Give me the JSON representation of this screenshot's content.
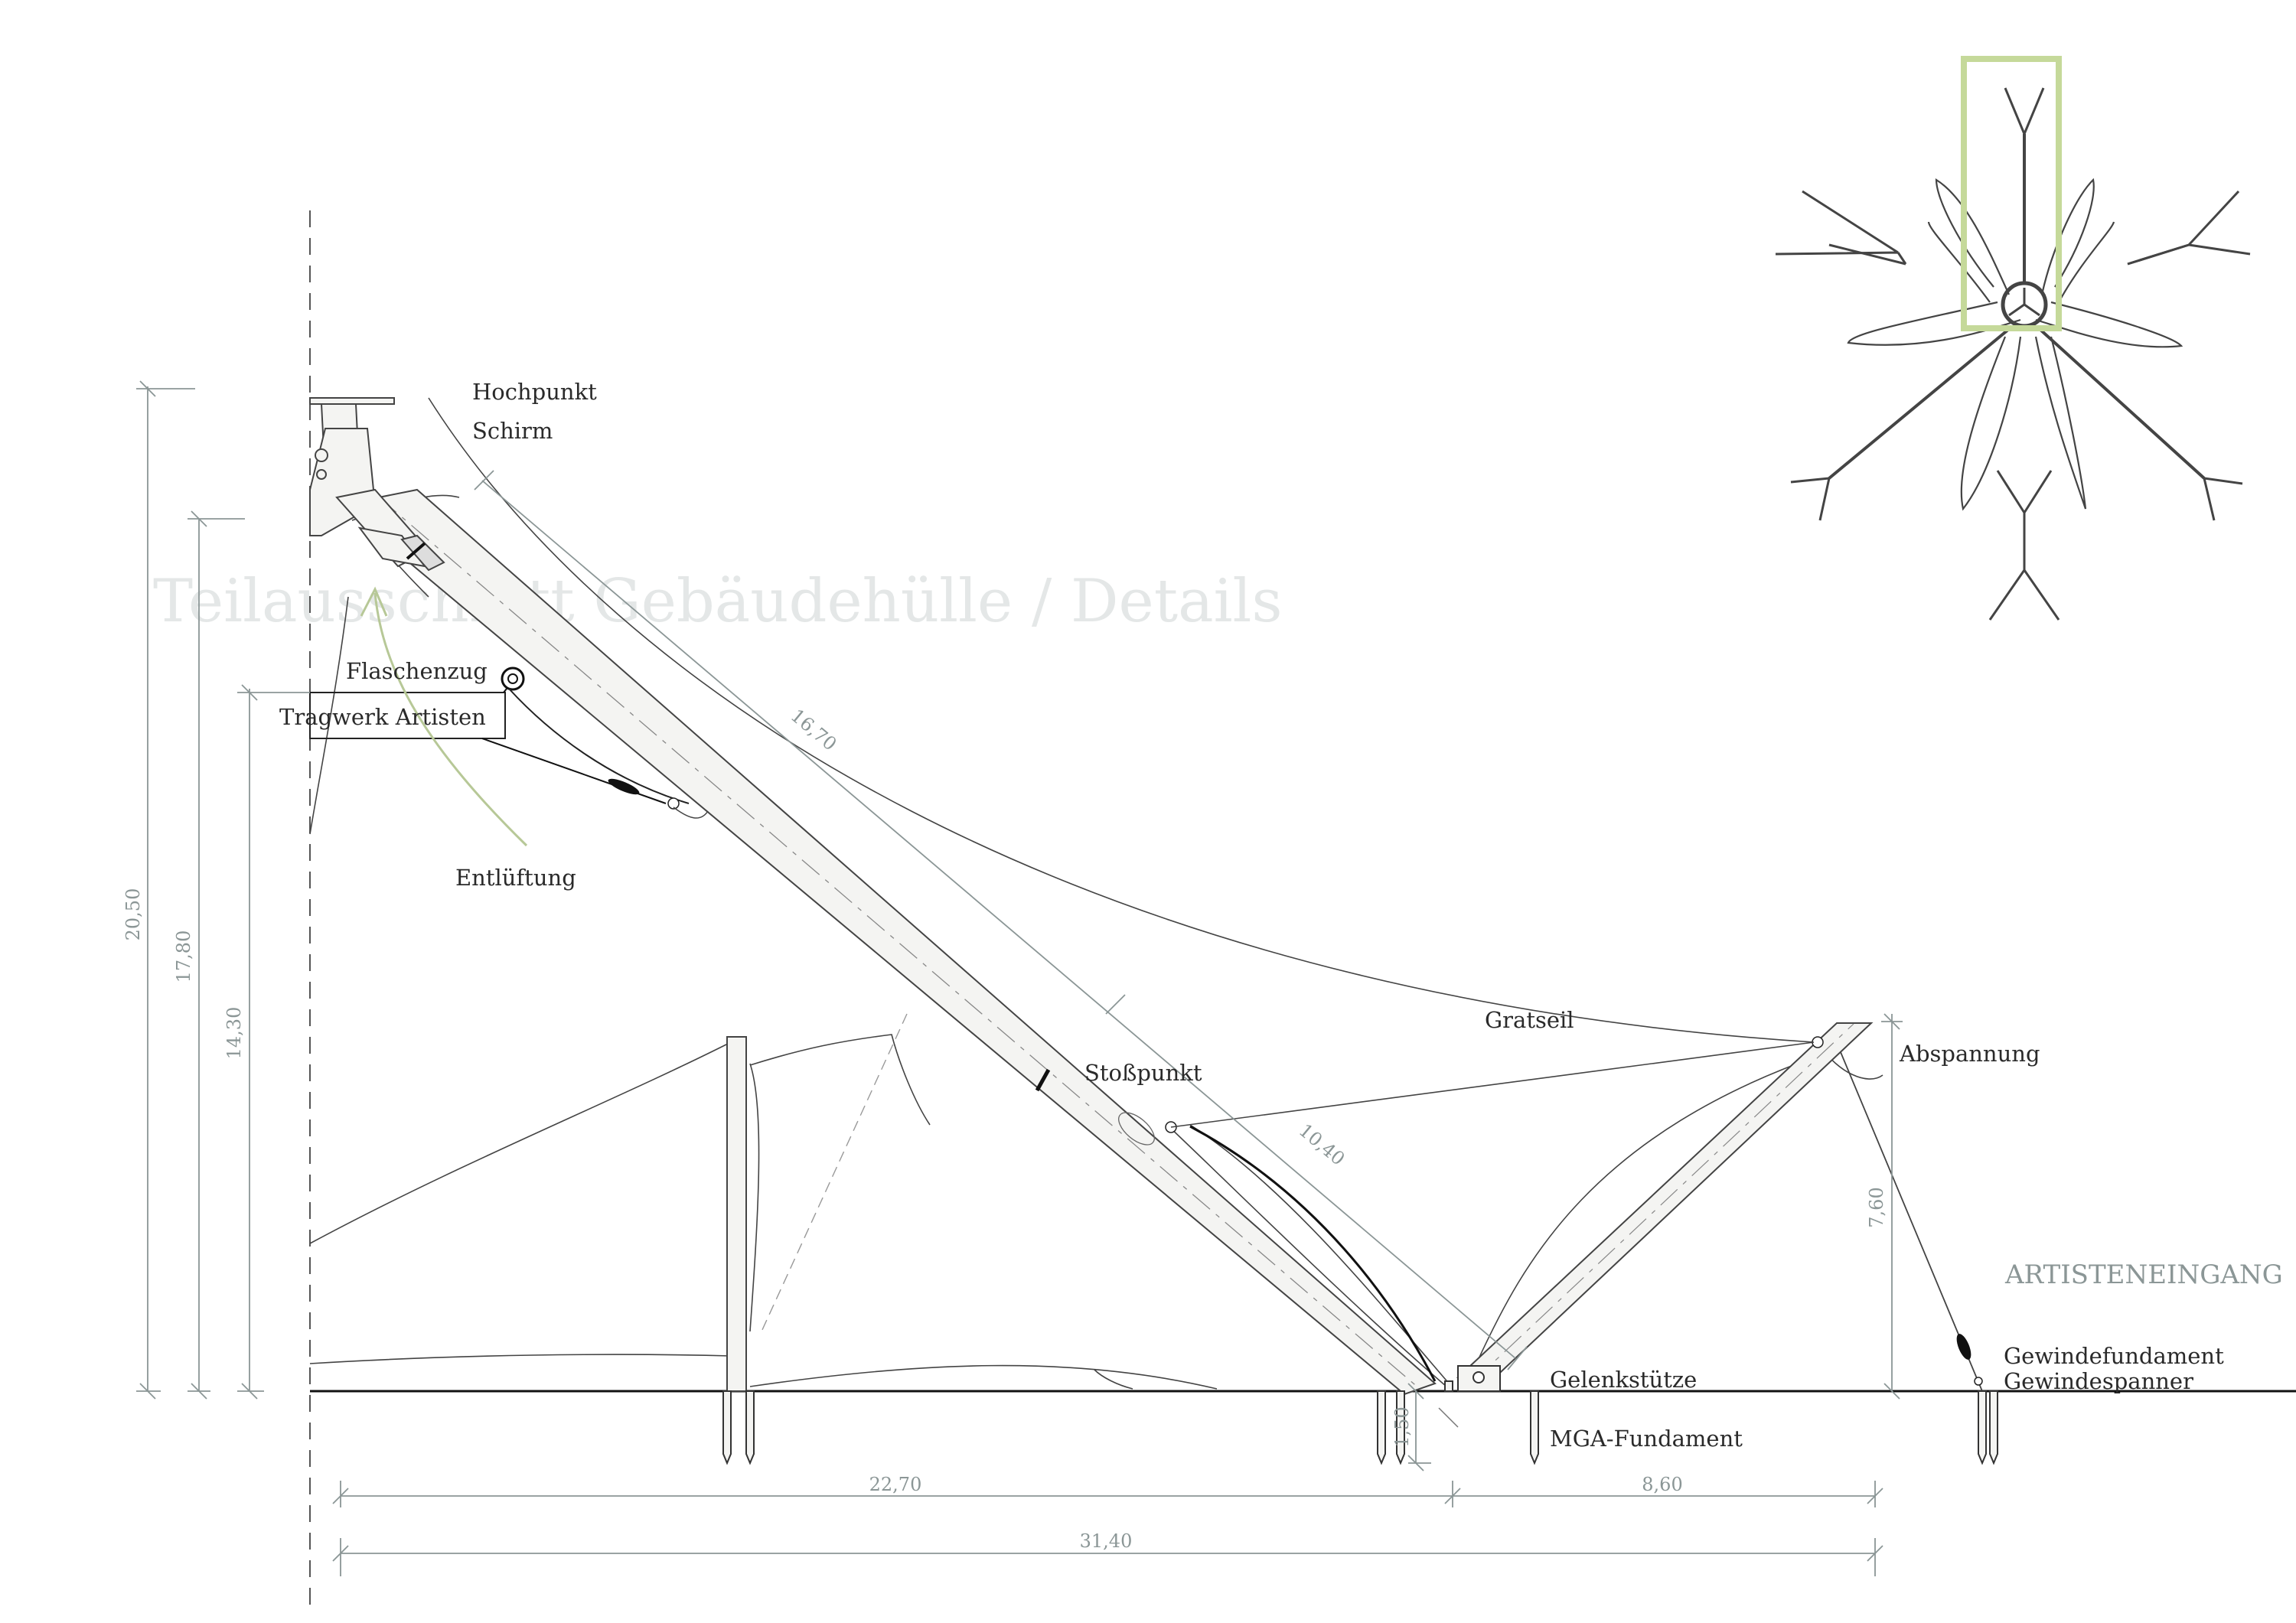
{
  "title": "Teilausschnitt Gebäudehülle / Details",
  "colors": {
    "ink": "#2a2a2a",
    "dimension": "#8b9696",
    "highlight": "#c5d99a",
    "arrow": "#b7c897",
    "watermark": "#e4e7e7",
    "mast_fill": "#f4f4f2"
  },
  "labels": {
    "hochpunkt": "Hochpunkt",
    "schirm": "Schirm",
    "flaschenzug": "Flaschenzug",
    "tragwerk_artisten": "Tragwerk Artisten",
    "entlueftung": "Entlüftung",
    "gratseil": "Gratseil",
    "abspannung": "Abspannung",
    "stosspunkt": "Stoßpunkt",
    "gelenkstuetze": "Gelenkstütze",
    "mga_fundament": "MGA-Fundament",
    "gewindefundament": "Gewindefundament",
    "gewindespanner": "Gewindespanner",
    "artisteneingang": "ARTISTENEINGANG"
  },
  "dimensions": {
    "height_total": "20,50",
    "height_2": "17,80",
    "height_3": "14,30",
    "mast_upper": "16,70",
    "mast_lower": "10,40",
    "abspannung_height": "7,60",
    "foundation_depth": "1,50",
    "span_left": "22,70",
    "span_right": "8,60",
    "span_total": "31,40"
  }
}
